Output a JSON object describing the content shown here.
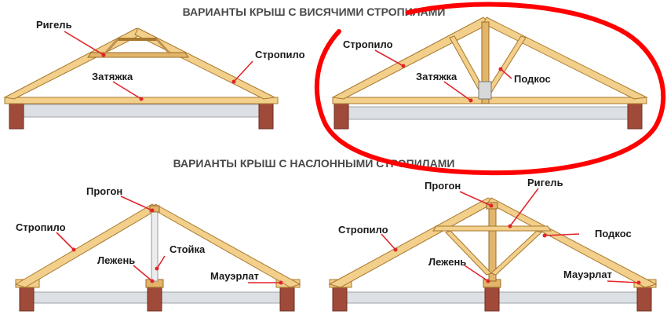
{
  "titles": {
    "hanging": "ВАРИАНТЫ КРЫШ С ВИСЯЧИМИ СТРОПИЛАМИ",
    "layered": "ВАРИАНТЫ КРЫШ С НАСЛОННЫМИ СТРОПИЛАМИ"
  },
  "labels": {
    "d1_rigel": "Ригель",
    "d1_stropilo": "Стропило",
    "d1_zatyazhka": "Затяжка",
    "d2_stropilo": "Стропило",
    "d2_zatyazhka": "Затяжка",
    "d2_podkos": "Подкос",
    "d3_progon": "Прогон",
    "d3_stropilo": "Стропило",
    "d3_stoyka": "Стойка",
    "d3_lezhen": "Лежень",
    "d3_mauerlat": "Мауэрлат",
    "d4_progon": "Прогон",
    "d4_rigel": "Ригель",
    "d4_stropilo": "Стропило",
    "d4_podkos": "Подкос",
    "d4_lezhen": "Лежень",
    "d4_mauerlat": "Мауэрлат"
  },
  "colors": {
    "timber": "#f2cf8a",
    "brick": "#a04a3a",
    "leader": "#e0252c",
    "highlight": "#ff0000"
  }
}
